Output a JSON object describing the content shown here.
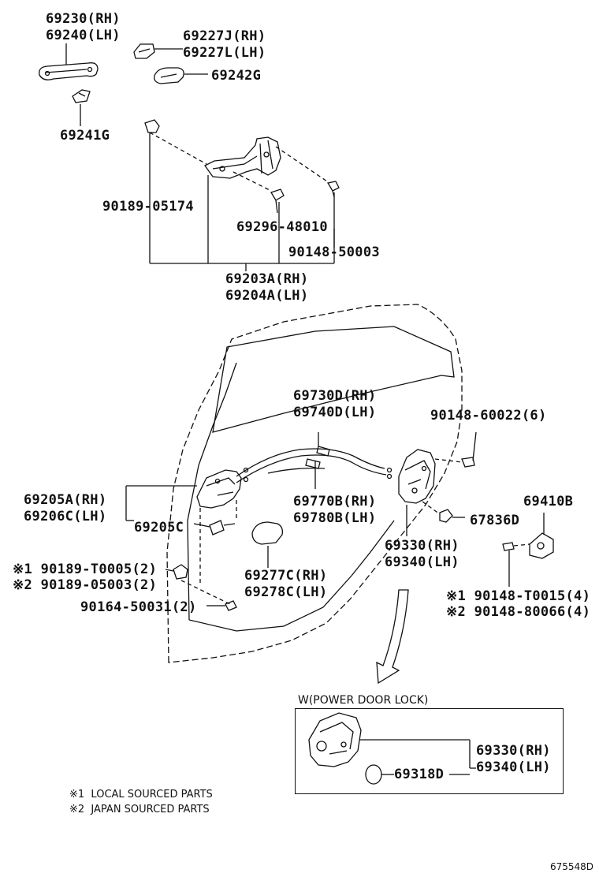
{
  "labels": {
    "handle_rh": "69230(RH)",
    "handle_lh": "69240(LH)",
    "cover_rh": "69227J(RH)",
    "cover_lh": "69227L(LH)",
    "pad": "69242G",
    "pad_small": "69241G",
    "screw_1": "90189-05174",
    "screw_2": "69296-48010",
    "screw_3": "90148-50003",
    "frame_rh": "69203A(RH)",
    "frame_lh": "69204A(LH)",
    "cable_rh": "69730D(RH)",
    "cable_lh": "69740D(LH)",
    "lock_screw": "90148-60022(6)",
    "inner_rh": "69205A(RH)",
    "inner_lh": "69206C(LH)",
    "inner_part": "69205C",
    "cable2_rh": "69770B(RH)",
    "cable2_lh": "69780B(LH)",
    "clip": "67836D",
    "striker": "69410B",
    "lock_rh": "69330(RH)",
    "lock_lh": "69340(LH)",
    "bolt_local": "※1 90189-T0005(2)",
    "bolt_japan": "※2 90189-05003(2)",
    "bolt_3": "90164-50031(2)",
    "bezel_rh": "69277C(RH)",
    "bezel_lh": "69278C(LH)",
    "striker_screw_local": "※1 90148-T0015(4)",
    "striker_screw_japan": "※2 90148-80066(4)"
  },
  "inset": {
    "title": "W(POWER DOOR LOCK)",
    "lock_rh": "69330(RH)",
    "lock_lh": "69340(LH)",
    "motor": "69318D"
  },
  "notes": {
    "note1": "※1  LOCAL SOURCED PARTS",
    "note2": "※2  JAPAN SOURCED PARTS"
  },
  "diagram_ref": "675548D"
}
